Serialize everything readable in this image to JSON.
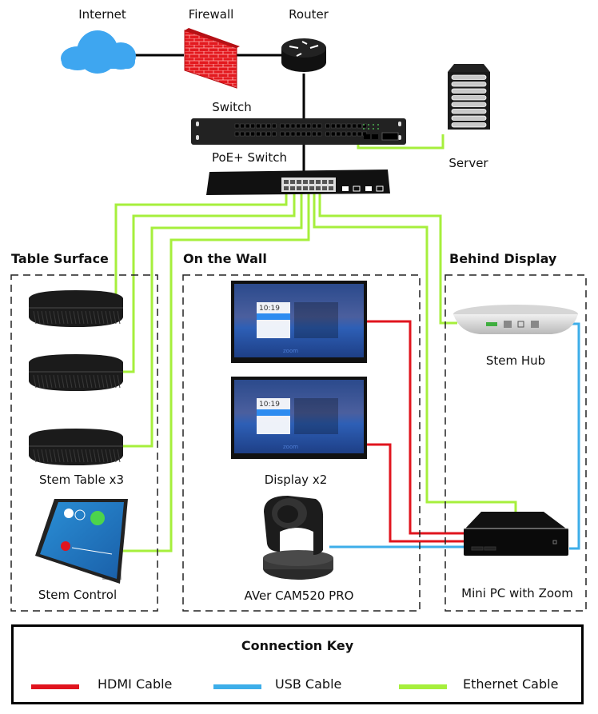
{
  "diagram": {
    "top": {
      "internet": "Internet",
      "firewall": "Firewall",
      "router": "Router",
      "switch": "Switch",
      "poe_switch": "PoE+ Switch",
      "server": "Server"
    },
    "sections": {
      "table_surface": "Table Surface",
      "on_the_wall": "On the Wall",
      "behind_display": "Behind Display"
    },
    "devices": {
      "stem_table": "Stem Table x3",
      "stem_control": "Stem Control",
      "display": "Display x2",
      "camera": "AVer CAM520 PRO",
      "stem_hub": "Stem Hub",
      "mini_pc": "Mini PC with Zoom"
    },
    "display_screen": {
      "time": "10:19",
      "watermark": "zoom"
    }
  },
  "connection_key": {
    "title": "Connection Key",
    "items": [
      {
        "label": "HDMI Cable",
        "color": "#e0141e"
      },
      {
        "label": "USB Cable",
        "color": "#3daee9"
      },
      {
        "label": "Ethernet Cable",
        "color": "#a6ef3c"
      }
    ]
  },
  "colors": {
    "hdmi": "#e0141e",
    "usb": "#3daee9",
    "ethernet": "#a6ef3c",
    "cloud": "#3ea6f0",
    "firewall": "#e3191f"
  }
}
